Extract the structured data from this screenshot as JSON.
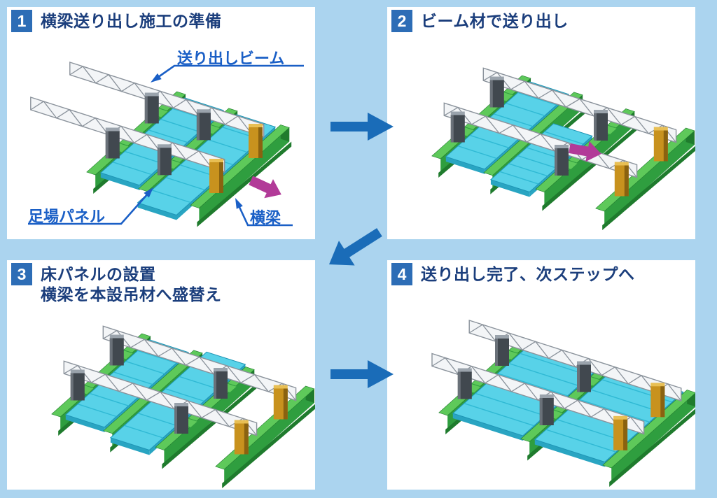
{
  "page": {
    "background": "#abd4ef"
  },
  "panels": [
    {
      "number": "1",
      "title": "横梁送り出し施工の準備",
      "title2": ""
    },
    {
      "number": "2",
      "title": "ビーム材で送り出し",
      "title2": ""
    },
    {
      "number": "3",
      "title": "床パネルの設置",
      "title2": "横梁を本設吊材へ盛替え"
    },
    {
      "number": "4",
      "title": "送り出し完了、次ステップへ",
      "title2": ""
    }
  ],
  "annotations": {
    "sending_beam": "送り出しビーム",
    "scaffold_panel": "足場パネル",
    "cross_beam": "横梁"
  },
  "colors": {
    "badge": "#2d6db6",
    "title_text": "#1b3e7c",
    "flow_arrow": "#1a6cb8",
    "label_blue": "#1a5fc6",
    "magenta_arrow": "#b23a98",
    "girder_top": "#5ec95a",
    "girder_side": "#2f9e3f",
    "girder_dark": "#1f7b2d",
    "deck_top": "#58d2e8",
    "deck_edge": "#29a5c2",
    "deck_line": "#2fb9d4",
    "truss_fill": "#f3f5f7",
    "truss_line": "#8a929b",
    "bracket_dark": "#41484f",
    "bracket_cap": "#9aa3ac",
    "bracket_orange": "#c8921e",
    "bracket_orange_dark": "#8a6210"
  }
}
